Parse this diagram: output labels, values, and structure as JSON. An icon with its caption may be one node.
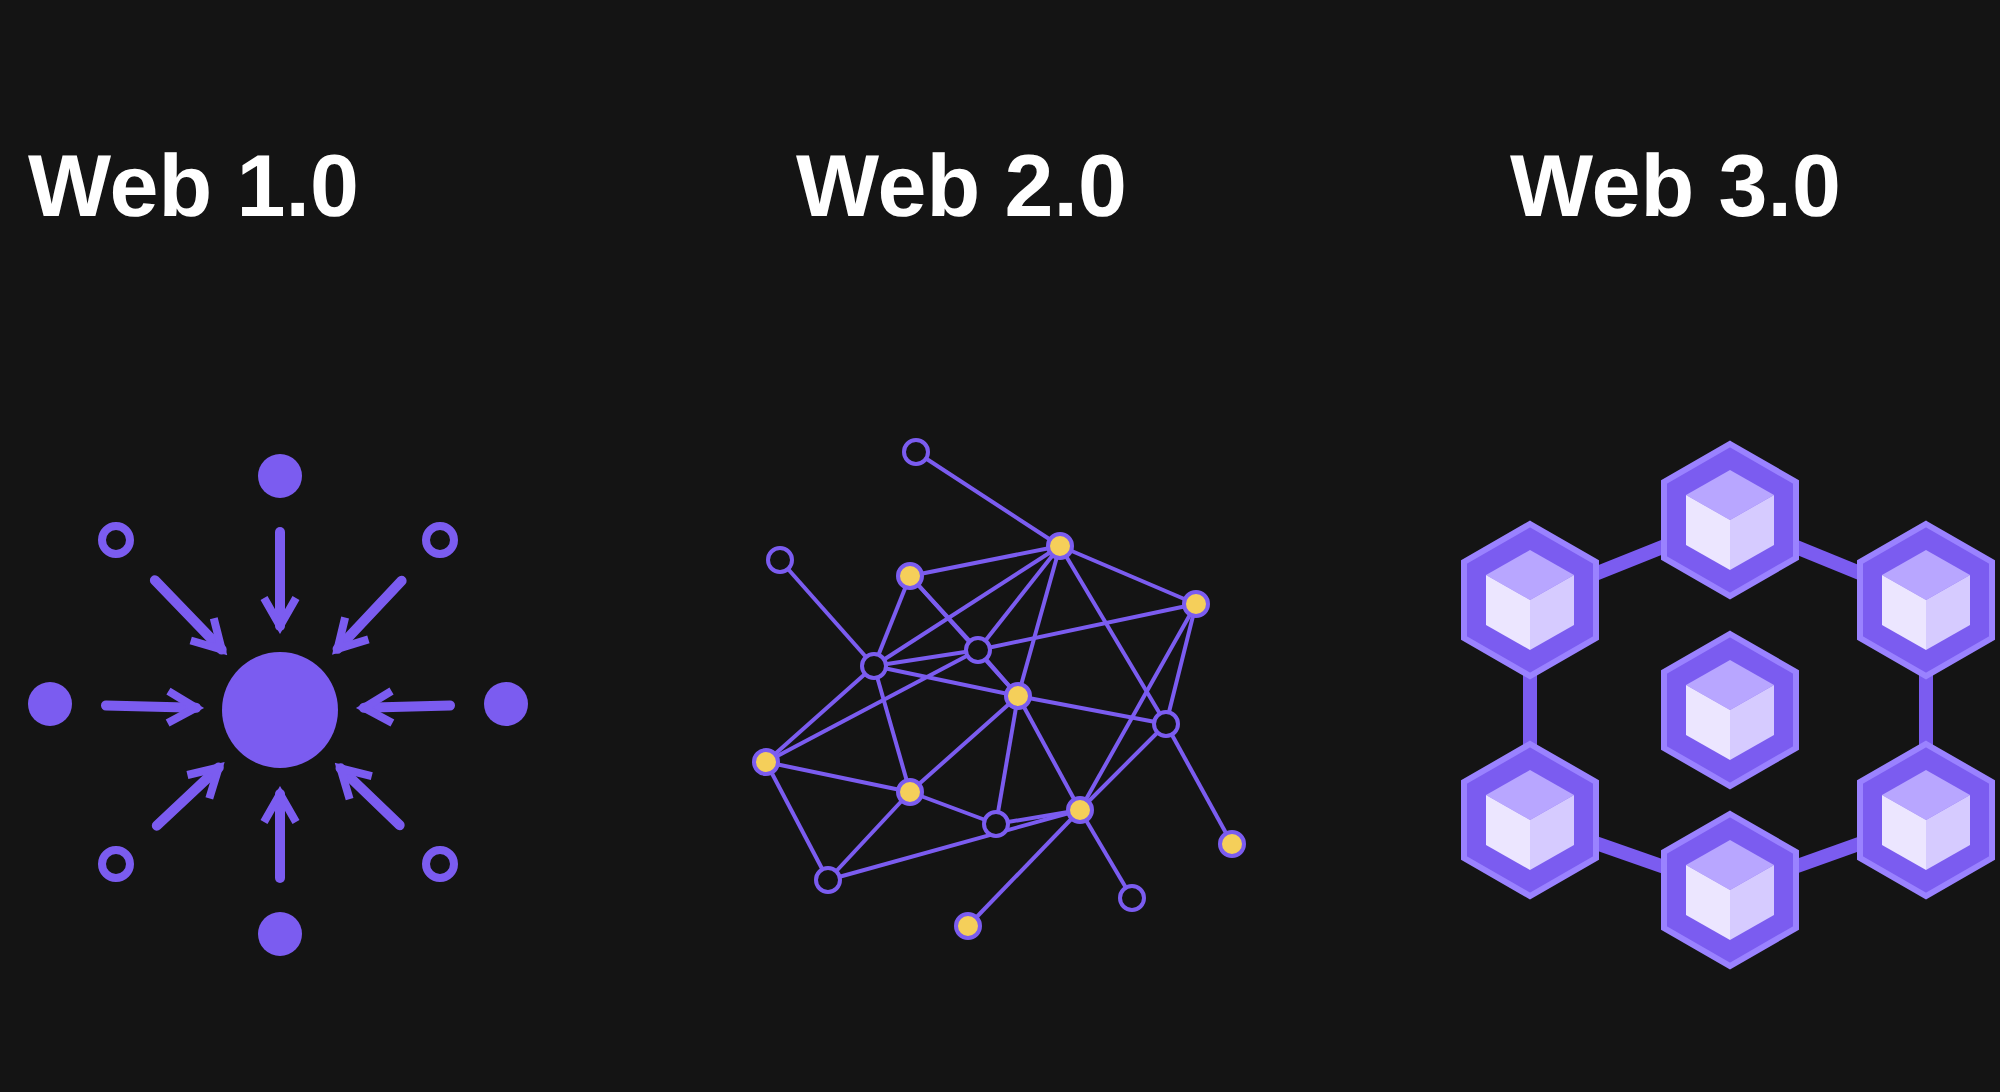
{
  "diagram": {
    "labels": [
      "Web 1.0",
      "Web 2.0",
      "Web 3.0"
    ]
  }
}
